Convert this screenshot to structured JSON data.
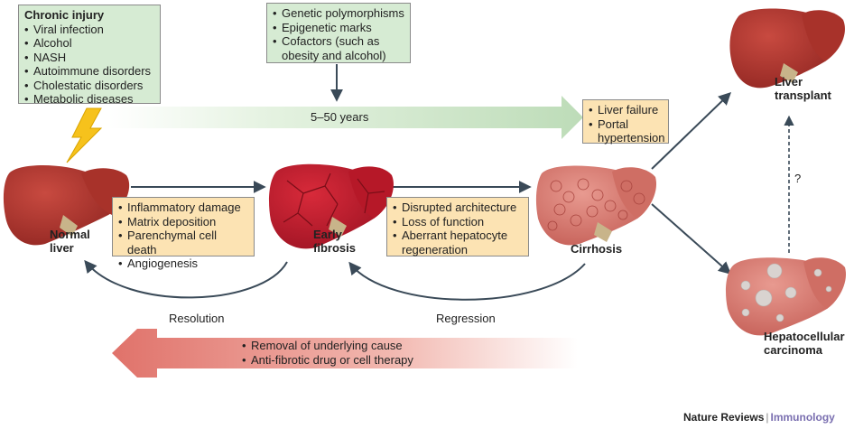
{
  "chronic_injury": {
    "heading": "Chronic injury",
    "items": [
      "Viral infection",
      "Alcohol",
      "NASH",
      "Autoimmune disorders",
      "Cholestatic disorders",
      "Metabolic diseases"
    ]
  },
  "risk_factors": {
    "items": [
      "Genetic polymorphisms",
      "Epigenetic marks",
      "Cofactors (such as obesity and alcohol)"
    ]
  },
  "timeline": {
    "label": "5–50 years"
  },
  "end_stage": {
    "items": [
      "Liver failure",
      "Portal hypertension"
    ]
  },
  "fibrosis_processes": {
    "items": [
      "Inflammatory damage",
      "Matrix deposition",
      "Parenchymal cell death",
      "Angiogenesis"
    ]
  },
  "cirrhosis_processes": {
    "items": [
      "Disrupted architecture",
      "Loss of function",
      "Aberrant hepatocyte regeneration"
    ]
  },
  "therapy": {
    "items": [
      "Removal of underlying cause",
      "Anti-fibrotic drug or cell therapy"
    ]
  },
  "stages": {
    "normal": "Normal liver",
    "early_fibrosis": "Early fibrosis",
    "cirrhosis": "Cirrhosis",
    "transplant": "Liver transplant",
    "hcc": "Hepatocellular carcinoma"
  },
  "arrows": {
    "resolution": "Resolution",
    "regression": "Regression",
    "unknown": "?"
  },
  "credit": {
    "journal": "Nature Reviews",
    "separator": "|",
    "section": "Immunology"
  },
  "colors": {
    "green_box": "#d6ebd3",
    "tan_box": "#fce3b3",
    "liver_normal": "#b03028",
    "liver_fibrosis": "#c01c2c",
    "liver_cirrhosis": "#d87a70",
    "arrow_dark": "#3a4a58"
  }
}
